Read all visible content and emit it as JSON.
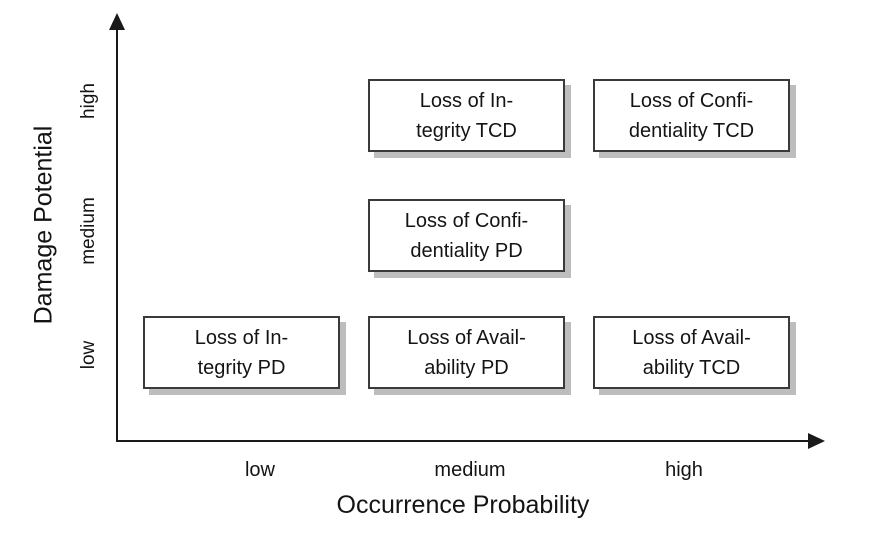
{
  "chart_data": {
    "type": "table",
    "description": "Qualitative risk matrix placing loss scenarios on occurrence-probability vs damage-potential axes",
    "x_axis": {
      "label": "Occurrence Probability",
      "ticks": {
        "low": "low",
        "medium": "medium",
        "high": "high"
      }
    },
    "y_axis": {
      "label": "Damage Potential",
      "ticks": {
        "low": "low",
        "medium": "medium",
        "high": "high"
      }
    },
    "boxes": [
      {
        "line1": "Loss of In-",
        "line2": "tegrity TCD",
        "x": "medium",
        "y": "high"
      },
      {
        "line1": "Loss of Confi-",
        "line2": "dentiality TCD",
        "x": "high",
        "y": "high"
      },
      {
        "line1": "Loss of Confi-",
        "line2": "dentiality PD",
        "x": "medium",
        "y": "medium"
      },
      {
        "line1": "Loss of In-",
        "line2": "tegrity PD",
        "x": "low",
        "y": "low"
      },
      {
        "line1": "Loss of Avail-",
        "line2": "ability PD",
        "x": "medium",
        "y": "low"
      },
      {
        "line1": "Loss of Avail-",
        "line2": "ability TCD",
        "x": "high",
        "y": "low"
      }
    ],
    "colors": {
      "axis": "#1a1a1a",
      "box_border": "#3a3a3a",
      "box_fill": "#ffffff",
      "box_shadow": "#bdbdbd",
      "text": "#141414",
      "background": "#ffffff"
    },
    "legend": "none",
    "grid": "off"
  }
}
